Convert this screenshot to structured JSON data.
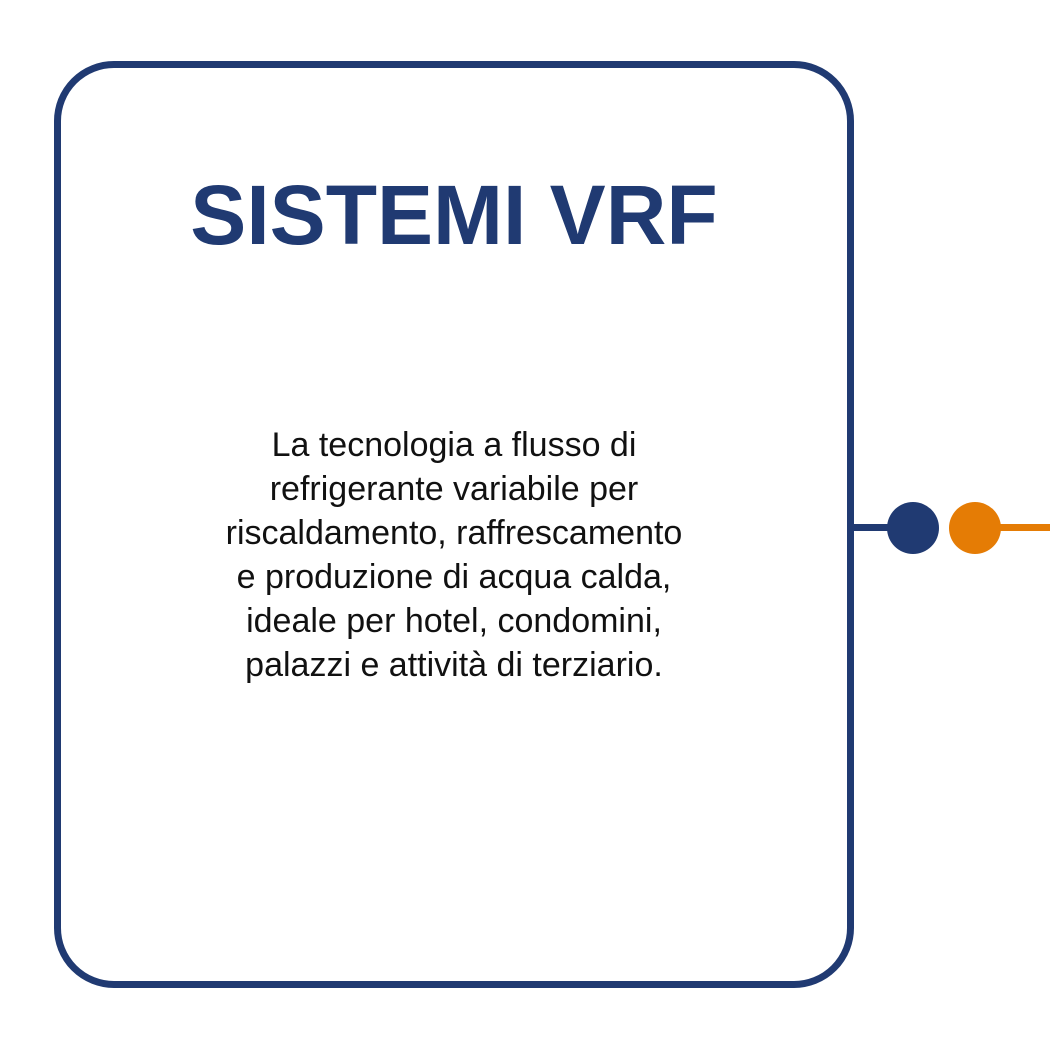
{
  "card": {
    "title": "SISTEMI VRF",
    "description_lines": [
      "La tecnologia a flusso di",
      "refrigerante variabile per",
      "riscaldamento, raffrescamento",
      "e produzione di acqua calda,",
      "ideale per hotel, condomini,",
      "palazzi e attività di terziario."
    ]
  },
  "connector": {
    "dots": [
      {
        "name": "navy-dot",
        "color": "#203a72"
      },
      {
        "name": "orange-dot",
        "color": "#e57c05"
      }
    ]
  },
  "colors": {
    "primary": "#203a72",
    "accent": "#e57c05",
    "text": "#111111",
    "background": "#ffffff"
  }
}
